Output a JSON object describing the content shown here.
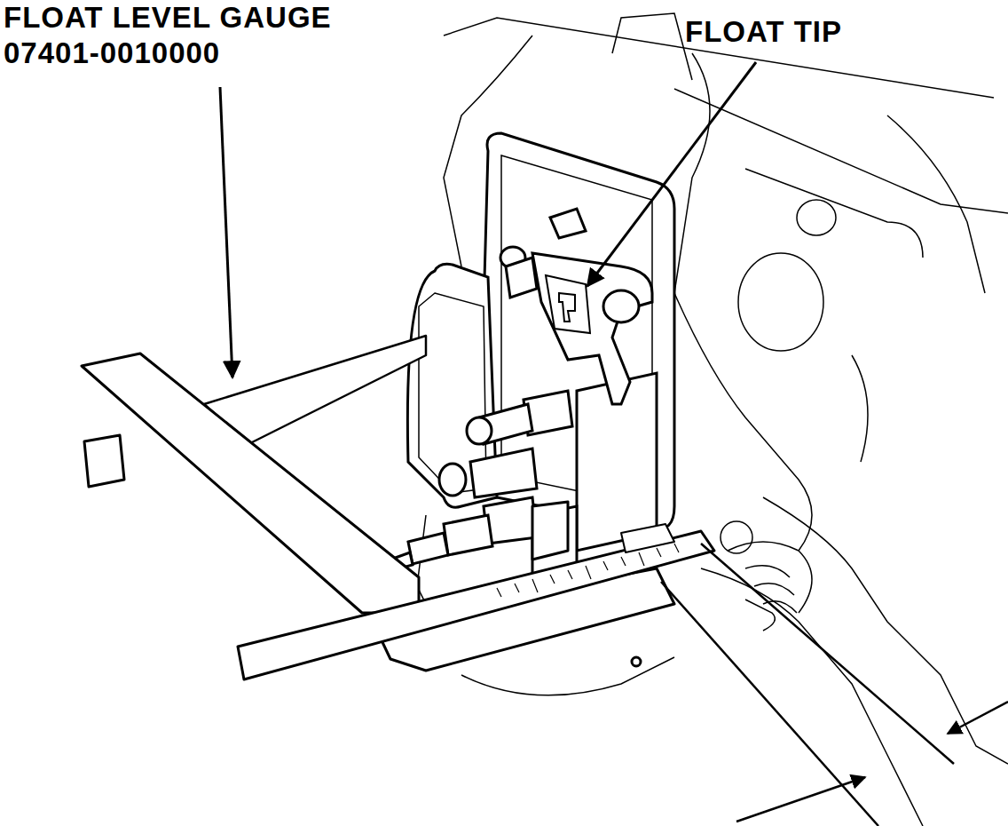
{
  "diagram": {
    "labels": [
      "FLOAT LEVEL GAUGE",
      "07401-0010000",
      "FLOAT TIP"
    ]
  }
}
